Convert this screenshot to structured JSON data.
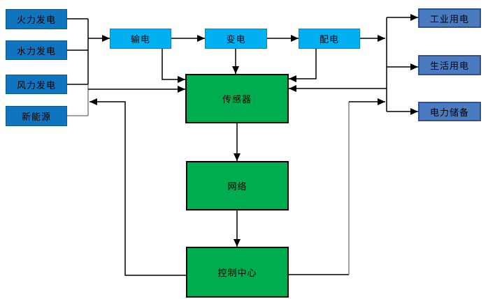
{
  "diagram": {
    "kind": "smart-grid-flow-diagram",
    "sources": [
      {
        "label": "火力发电"
      },
      {
        "label": "水力发电"
      },
      {
        "label": "风力发电"
      },
      {
        "label": "新能源"
      }
    ],
    "stages": [
      {
        "label": "输电"
      },
      {
        "label": "变电"
      },
      {
        "label": "配电"
      }
    ],
    "consumers": [
      {
        "label": "工业用电"
      },
      {
        "label": "生活用电"
      },
      {
        "label": "电力储备"
      }
    ],
    "core": [
      {
        "label": "传感器"
      },
      {
        "label": "网络"
      },
      {
        "label": "控制中心"
      }
    ],
    "edges": [
      {
        "from": "火力发电",
        "to": "输电"
      },
      {
        "from": "水力发电",
        "to": "输电"
      },
      {
        "from": "风力发电",
        "to": "输电"
      },
      {
        "from": "新能源",
        "to": "输电"
      },
      {
        "from": "输电",
        "to": "变电"
      },
      {
        "from": "变电",
        "to": "配电"
      },
      {
        "from": "配电",
        "to": "工业用电"
      },
      {
        "from": "配电",
        "to": "生活用电"
      },
      {
        "from": "配电",
        "to": "电力储备"
      },
      {
        "from": "输电",
        "to": "传感器"
      },
      {
        "from": "变电",
        "to": "传感器"
      },
      {
        "from": "配电",
        "to": "传感器"
      },
      {
        "from": "发电侧汇流",
        "to": "传感器"
      },
      {
        "from": "用电侧汇流",
        "to": "传感器"
      },
      {
        "from": "传感器",
        "to": "网络"
      },
      {
        "from": "网络",
        "to": "控制中心"
      },
      {
        "from": "控制中心",
        "to": "发电侧汇流"
      },
      {
        "from": "控制中心",
        "to": "用电侧汇流"
      }
    ],
    "colors": {
      "source_box": "#0F75BE",
      "stage_box": "#00B0F0",
      "consumer_box": "#4A7BC0",
      "core_box": "#00AC50",
      "line": "#000000",
      "line_gray": "#808080",
      "text": "#000000",
      "background": "#FFFFFF"
    }
  }
}
